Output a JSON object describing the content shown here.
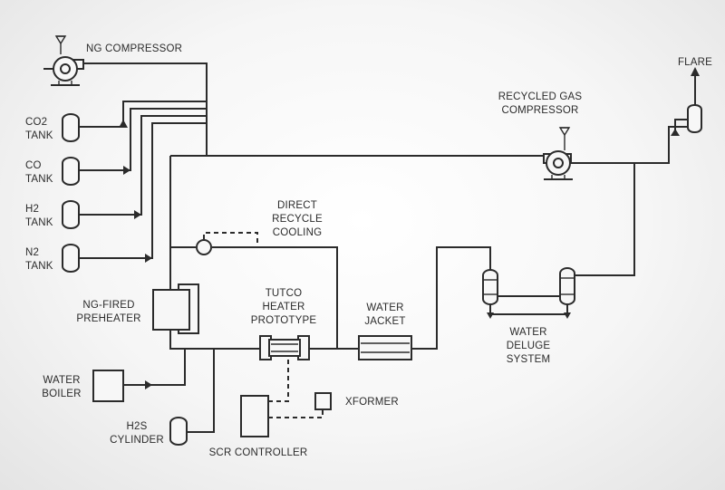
{
  "labels": {
    "ng_compressor": "NG COMPRESSOR",
    "co2_tank": [
      "CO2",
      "TANK"
    ],
    "co_tank": [
      "CO",
      "TANK"
    ],
    "h2_tank": [
      "H2",
      "TANK"
    ],
    "n2_tank": [
      "N2",
      "TANK"
    ],
    "recycled_gas_compressor": [
      "RECYCLED GAS",
      "COMPRESSOR"
    ],
    "flare": "FLARE",
    "direct_recycle_cooling": [
      "DIRECT",
      "RECYCLE",
      "COOLING"
    ],
    "ng_fired_preheater": [
      "NG-FIRED",
      "PREHEATER"
    ],
    "tutco_heater_prototype": [
      "TUTCO",
      "HEATER",
      "PROTOTYPE"
    ],
    "water_jacket": [
      "WATER",
      "JACKET"
    ],
    "water_deluge_system": [
      "WATER",
      "DELUGE",
      "SYSTEM"
    ],
    "water_boiler": [
      "WATER",
      "BOILER"
    ],
    "h2s_cylinder": [
      "H2S",
      "CYLINDER"
    ],
    "xformer": "XFORMER",
    "scr_controller": "SCR CONTROLLER"
  }
}
